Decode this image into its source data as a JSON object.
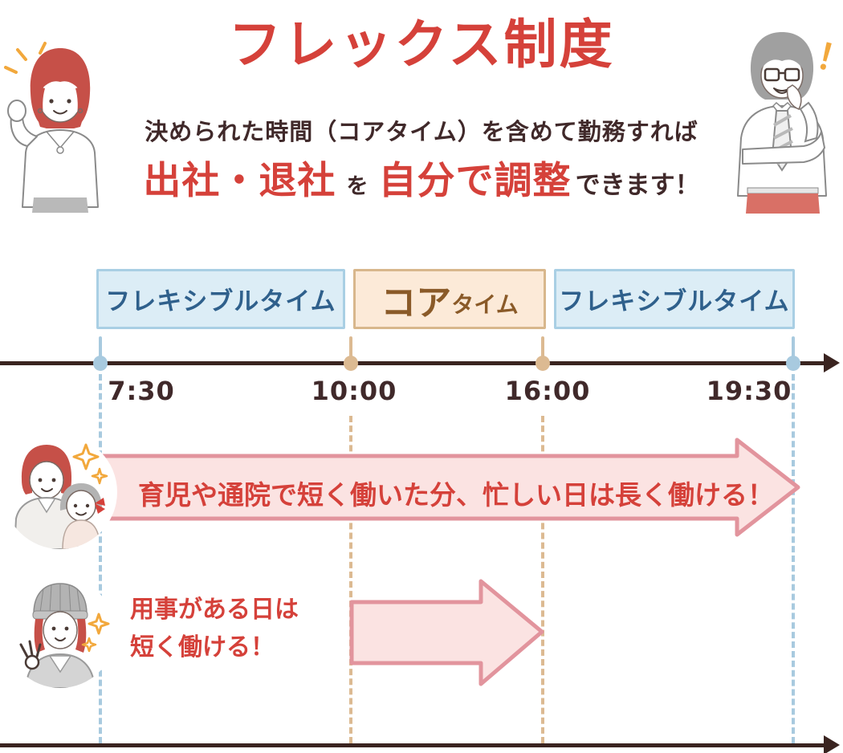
{
  "title": "フレックス制度",
  "subtitle": {
    "line1": "決められた時間（コアタイム）を含めて勤務すれば",
    "emphasis1": "出社・退社",
    "connector": "を",
    "emphasis2": "自分で調整",
    "tail": "できます！"
  },
  "time_boxes": {
    "flex_left": "フレキシブルタイム",
    "core_main": "コア",
    "core_sub": "タイム",
    "flex_right": "フレキシブルタイム"
  },
  "timeline": {
    "times": [
      "7:30",
      "10:00",
      "16:00",
      "19:30"
    ],
    "marker_colors": [
      "blue",
      "tan",
      "tan",
      "blue"
    ]
  },
  "arrows": {
    "long_arrow_label": "育児や通院で短く働いた分、忙しい日は長く働ける！",
    "short_arrow_label_line1": "用事がある日は",
    "short_arrow_label_line2": "短く働ける！"
  },
  "decorations": {
    "exclamation": "！"
  },
  "icons": {
    "sparkle": "sparkle-icon",
    "parent_child_avatar": "parent-child-avatar",
    "okay_woman_avatar": "okay-woman-avatar",
    "woman_illustration": "cheering-woman",
    "man_illustration": "thinking-man"
  },
  "colors": {
    "accent_red": "#d5413a",
    "dark_brown_text": "#40292a",
    "timeline_line": "#3a2420",
    "flexible_box_bg": "#dcedf6",
    "flexible_box_border": "#a9cfe4",
    "flexible_box_text": "#2f608c",
    "core_box_bg": "#fcead8",
    "core_box_border": "#d8b78c",
    "core_box_text": "#8a5a28",
    "marker_blue": "#a8cadf",
    "marker_tan": "#dcba92",
    "arrow_fill": "#fbe3e2",
    "arrow_border": "#e2949d",
    "sparkle_orange": "#f2a83c",
    "illustration_gray": "#b3b3b3",
    "hair_red": "#c65048",
    "pants_red": "#d97066"
  }
}
